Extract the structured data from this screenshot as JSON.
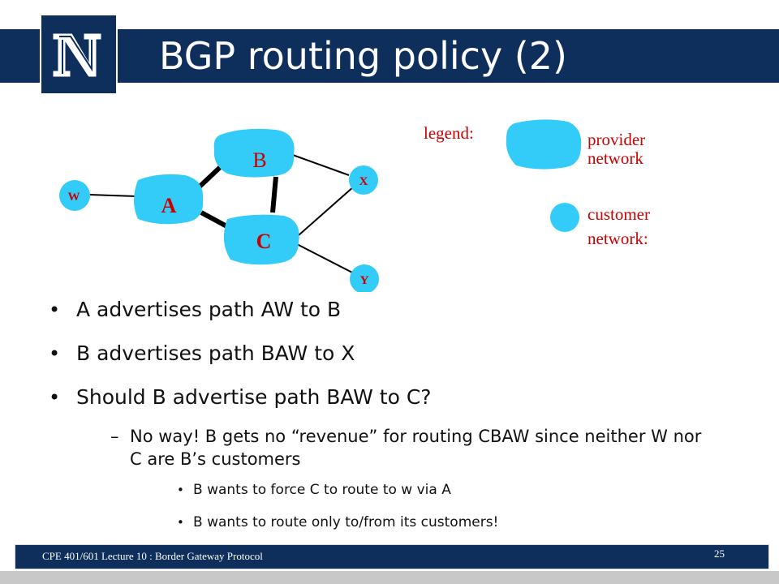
{
  "header": {
    "title": "BGP routing policy (2)",
    "logo_letter": "N"
  },
  "diagram": {
    "providers": [
      "B",
      "A",
      "C"
    ],
    "customers": [
      "W",
      "X",
      "Y"
    ],
    "legend": {
      "label": "legend:",
      "provider_line1": "provider",
      "provider_line2": "network",
      "customer_line1": "customer",
      "customer_line2": "network:"
    },
    "colors": {
      "network_fill": "#33ccf8",
      "link": "#000000",
      "label_red": "#cc0000"
    }
  },
  "bullets": {
    "item1": "A advertises path AW  to B",
    "item2": "B advertises path BAW to X",
    "item3": "Should B advertise path BAW to C?",
    "sub1": "No way! B gets no “revenue” for routing CBAW since neither W nor C are B’s customers",
    "subsub1": "B wants to force C to route to w via A",
    "subsub2": "B wants to route only to/from its customers!"
  },
  "footer": {
    "text": "CPE 401/601 Lecture 10 : Border Gateway Protocol",
    "page": "25"
  },
  "theme": {
    "navy": "#0e2e5c"
  }
}
